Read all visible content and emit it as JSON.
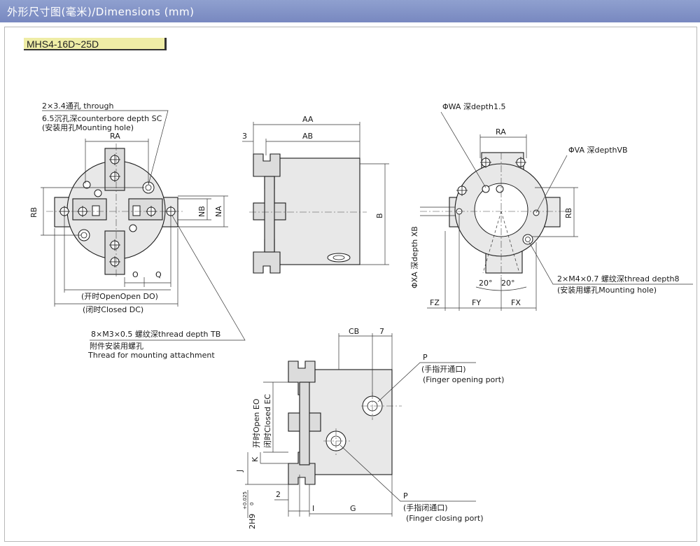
{
  "header": {
    "title": "外形尺寸图(毫米)/Dimensions (mm)"
  },
  "model": "MHS4-16D~25D",
  "view1": {
    "note_holes_line1": "2×3.4通孔 through",
    "note_holes_line2": "6.5沉孔深counterbore depth SC",
    "note_holes_line3": "(安装用孔Mounting hole)",
    "RA": "RA",
    "RB": "RB",
    "NB": "NB",
    "NA": "NA",
    "O": "O",
    "Q": "Q",
    "open_do": "(开时OpenOpen DO)",
    "closed_dc": "(闭时Closed DC)",
    "thread_line1": "8×M3×0.5 螺纹深thread depth TB",
    "thread_line2": "附件安装用螺孔",
    "thread_line3": "Thread for mounting attachment"
  },
  "view2": {
    "AA": "AA",
    "AB": "AB",
    "three": "3",
    "B": "B"
  },
  "view3": {
    "WA": "ΦWA 深depth1.5",
    "RA": "RA",
    "VA": "ΦVA 深depthVB",
    "RB": "RB",
    "XA": "ΦXA 深depth XB",
    "angle1": "20°",
    "angle2": "20°",
    "M4_line1": "2×M4×0.7 螺纹深thread depth8",
    "M4_line2": "(安装用螺孔Mounting hole)",
    "FZ": "FZ",
    "FY": "FY",
    "FX": "FX"
  },
  "view4": {
    "CB": "CB",
    "seven": "7",
    "P1": "P",
    "P1_line1": "(手指开通口)",
    "P1_line2": "(Finger opening port)",
    "P2": "P",
    "P2_line1": "(手指闭通口)",
    "P2_line2": "(Finger closing port)",
    "open_eo": "开时Open EO",
    "closed_ec": "闭时Closed EC",
    "J": "J",
    "K": "K",
    "two": "2",
    "I": "I",
    "G": "G",
    "H9": "2H9",
    "tol_upper": "+0.025",
    "tol_lower": "0"
  }
}
